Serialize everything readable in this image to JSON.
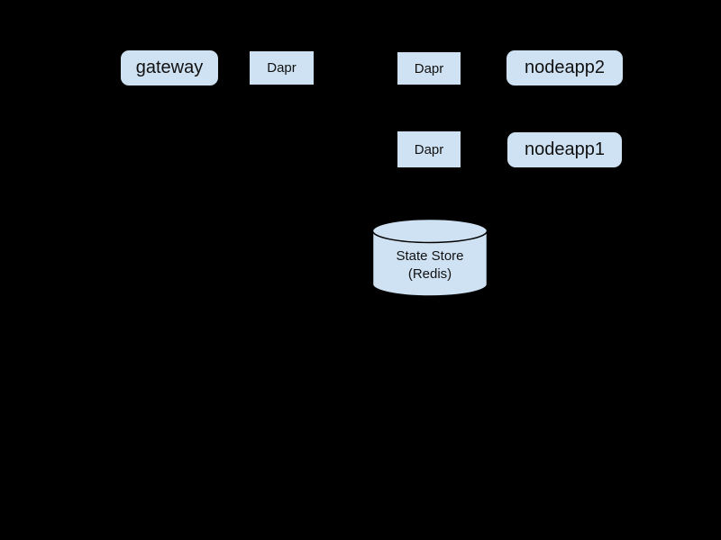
{
  "diagram": {
    "nodes": {
      "gateway": {
        "label": "gateway"
      },
      "dapr_gateway": {
        "label": "Dapr"
      },
      "dapr_nodeapp2": {
        "label": "Dapr"
      },
      "nodeapp2": {
        "label": "nodeapp2"
      },
      "dapr_nodeapp1": {
        "label": "Dapr"
      },
      "nodeapp1": {
        "label": "nodeapp1"
      },
      "state_store": {
        "label_line1": "State Store",
        "label_line2": "(Redis)"
      }
    },
    "colors": {
      "background": "#000000",
      "node_fill": "#cfe2f3",
      "node_text": "#111111",
      "cylinder_stroke": "#000000"
    }
  }
}
